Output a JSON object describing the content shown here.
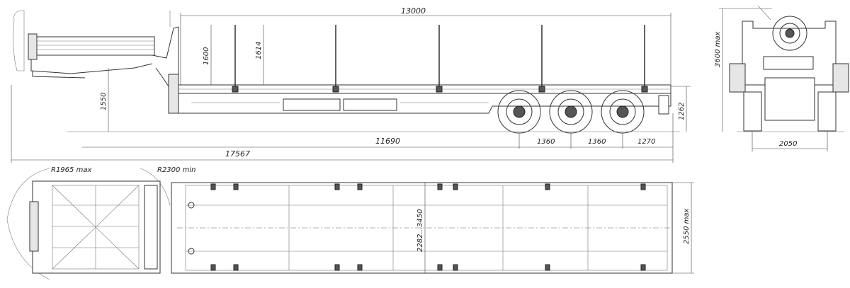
{
  "dimensions": {
    "side_deck_length": "13000",
    "side_stake_height_1": "1600",
    "side_stake_height_2": "1614",
    "gooseneck_height": "1550",
    "deck_height": "1262",
    "wheelbase": "11690",
    "axle_spacing_1": "1360",
    "axle_spacing_2": "1360",
    "rear_overhang": "1270",
    "overall_length": "17567",
    "rear_height": "3600 max",
    "track_width": "2050",
    "front_radius": "R1965 max",
    "turning_radius": "R2300 min",
    "deck_width_range": "2282...3450",
    "overall_width": "2550 max"
  }
}
